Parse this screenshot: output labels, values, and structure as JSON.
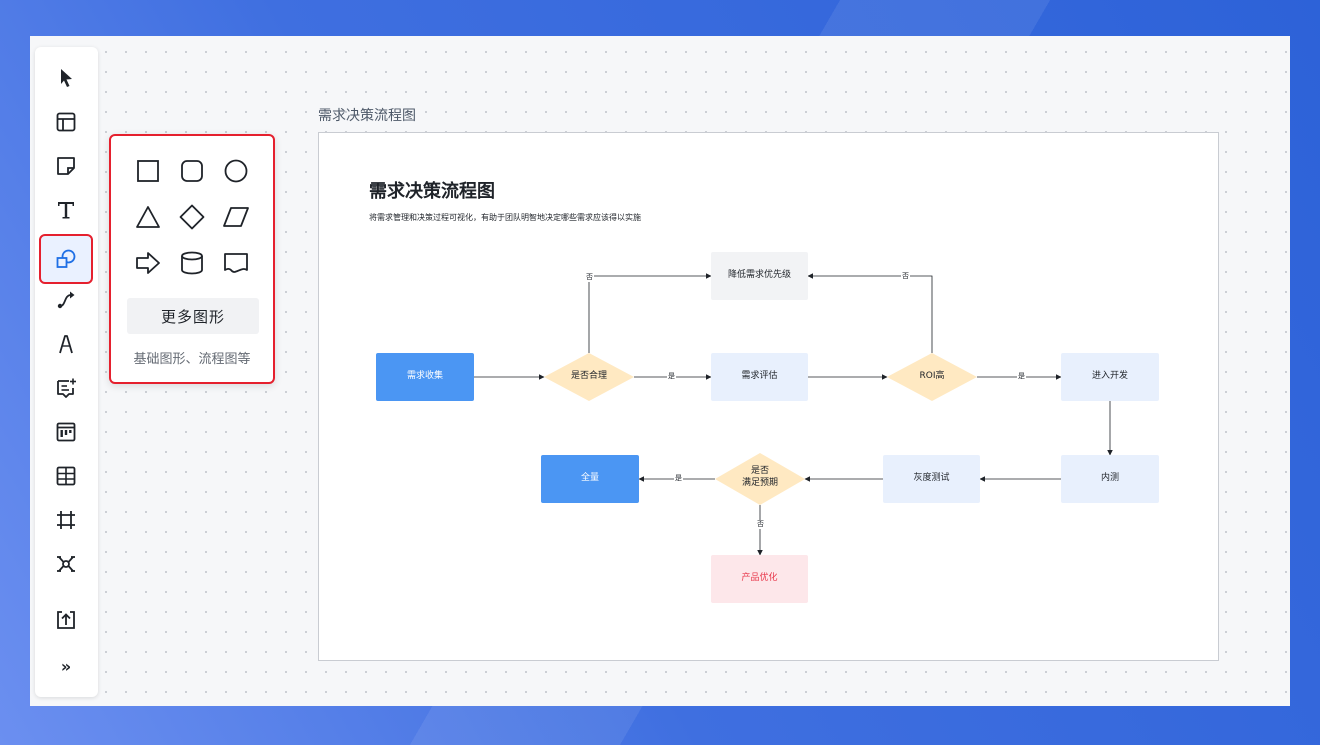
{
  "toolbar": {
    "items": [
      {
        "name": "select-tool",
        "icon": "cursor-arrow-icon"
      },
      {
        "name": "template-tool",
        "icon": "layout-icon"
      },
      {
        "name": "sticky-note-tool",
        "icon": "sticky-note-icon"
      },
      {
        "name": "text-tool",
        "icon": "text-t-icon"
      },
      {
        "name": "shape-tool",
        "icon": "shapes-icon",
        "active": true
      },
      {
        "name": "connector-tool",
        "icon": "connector-icon"
      },
      {
        "name": "pen-tool",
        "icon": "pen-icon"
      },
      {
        "name": "comment-tool",
        "icon": "comment-add-icon"
      },
      {
        "name": "kanban-tool",
        "icon": "kanban-icon"
      },
      {
        "name": "table-tool",
        "icon": "table-icon"
      },
      {
        "name": "frame-tool",
        "icon": "frame-hash-icon"
      },
      {
        "name": "mindmap-tool",
        "icon": "mindmap-icon"
      },
      {
        "name": "upload-tool",
        "icon": "upload-icon"
      },
      {
        "name": "more-tools",
        "label": "»",
        "icon": "double-chevron-icon"
      }
    ]
  },
  "shapes_panel": {
    "shapes": [
      "rectangle-icon",
      "rounded-rectangle-icon",
      "circle-icon",
      "triangle-icon",
      "diamond-icon",
      "parallelogram-icon",
      "arrow-right-icon",
      "cylinder-icon",
      "document-icon"
    ],
    "more_label": "更多图形",
    "caption": "基础图形、流程图等"
  },
  "frame": {
    "label": "需求决策流程图",
    "title": "需求决策流程图",
    "subtitle": "将需求管理和决策过程可视化，有助于团队明智地决定哪些需求应该得以实施"
  },
  "flow": {
    "nodes": {
      "collect": "需求收集",
      "reasonable": "是否合理",
      "evaluate": "需求评估",
      "roi": "ROI高",
      "develop": "进入开发",
      "lower": "降低需求优先级",
      "internal": "内测",
      "gray": "灰度测试",
      "expect_1": "是否",
      "expect_2": "满足预期",
      "full": "全量",
      "optimize": "产品优化"
    },
    "labels": {
      "no_top_left": "否",
      "no_top_right": "否",
      "yes_1": "是",
      "yes_2": "是",
      "yes_3": "是",
      "no_bottom": "否"
    }
  },
  "colors": {
    "highlight": "#e5202e",
    "primary_node": "#4b96f3",
    "decision": "#ffe9c2",
    "light_node": "#e8f0fd",
    "pink_node": "#fde7ea"
  }
}
